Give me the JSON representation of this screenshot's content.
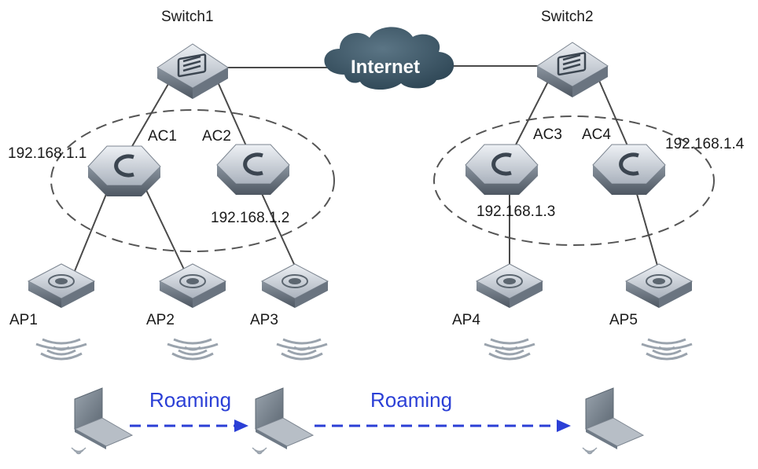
{
  "switches": [
    {
      "id": "switch1",
      "label": "Switch1"
    },
    {
      "id": "switch2",
      "label": "Switch2"
    }
  ],
  "internet": {
    "label": "Internet"
  },
  "acs": [
    {
      "id": "ac1",
      "label": "AC1",
      "ip": "192.168.1.1"
    },
    {
      "id": "ac2",
      "label": "AC2",
      "ip": "192.168.1.2"
    },
    {
      "id": "ac3",
      "label": "AC3",
      "ip": "192.168.1.3"
    },
    {
      "id": "ac4",
      "label": "AC4",
      "ip": "192.168.1.4"
    }
  ],
  "aps": [
    {
      "id": "ap1",
      "label": "AP1"
    },
    {
      "id": "ap2",
      "label": "AP2"
    },
    {
      "id": "ap3",
      "label": "AP3"
    },
    {
      "id": "ap4",
      "label": "AP4"
    },
    {
      "id": "ap5",
      "label": "AP5"
    }
  ],
  "roaming": [
    {
      "label": "Roaming"
    },
    {
      "label": "Roaming"
    }
  ],
  "colors": {
    "device_top": "#c9ced6",
    "device_side": "#6f7a86",
    "cloud": "#3d5766",
    "roam_arrow": "#2b3fd6",
    "line": "#4a4a4a"
  }
}
